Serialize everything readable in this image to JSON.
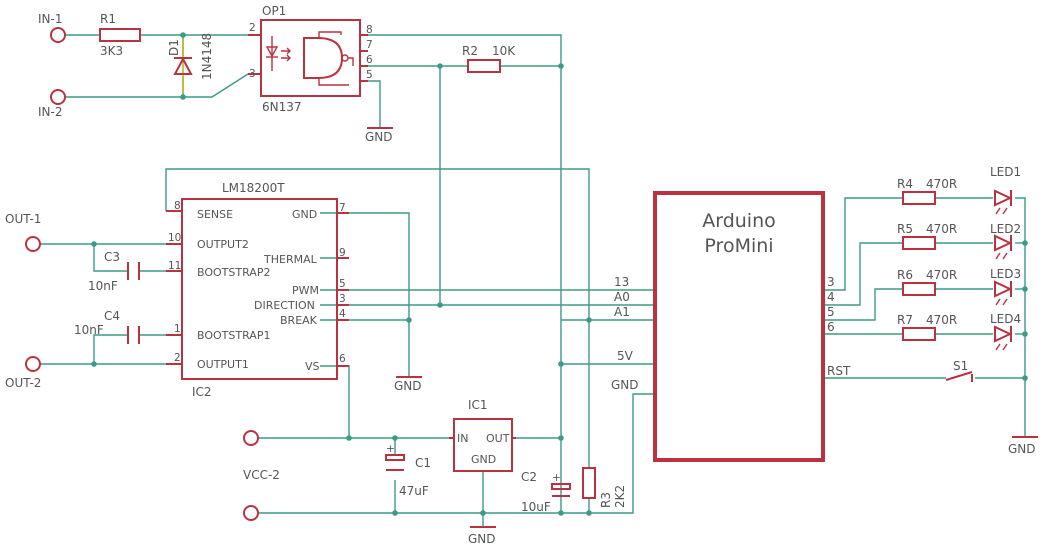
{
  "title": "",
  "colors": {
    "wire": "#3c9a88",
    "symbol": "#b8333f",
    "text": "#555555",
    "highlight": "#c6b21d"
  },
  "terminals": {
    "in1": "IN-1",
    "in2": "IN-2",
    "out1": "OUT-1",
    "out2": "OUT-2",
    "vcc2": "VCC-2"
  },
  "parts": {
    "r1": {
      "name": "R1",
      "value": "3K3"
    },
    "d1": {
      "name": "D1",
      "value": "1N4148"
    },
    "op1": {
      "name": "OP1",
      "value": "6N137",
      "pins": [
        "2",
        "3",
        "8",
        "7",
        "6",
        "5"
      ]
    },
    "r2": {
      "name": "R2",
      "value": "10K"
    },
    "ic2": {
      "title": "LM18200T",
      "name": "IC2",
      "left_pins": [
        {
          "num": "8",
          "name": "SENSE"
        },
        {
          "num": "10",
          "name": "OUTPUT2"
        },
        {
          "num": "11",
          "name": "BOOTSTRAP2"
        },
        {
          "num": "1",
          "name": "BOOTSTRAP1"
        },
        {
          "num": "2",
          "name": "OUTPUT1"
        }
      ],
      "right_pins": [
        {
          "num": "7",
          "name": "GND"
        },
        {
          "num": "9",
          "name": "THERMAL"
        },
        {
          "num": "5",
          "name": "PWM"
        },
        {
          "num": "3",
          "name": "DIRECTION"
        },
        {
          "num": "4",
          "name": "BREAK"
        },
        {
          "num": "6",
          "name": "VS"
        }
      ]
    },
    "c3": {
      "name": "C3",
      "value": "10nF"
    },
    "c4": {
      "name": "C4",
      "value": "10nF"
    },
    "ic1": {
      "name": "IC1",
      "pin_in": "IN",
      "pin_out": "OUT",
      "pin_gnd": "GND"
    },
    "c1": {
      "name": "C1",
      "value": "47uF"
    },
    "c2": {
      "name": "C2",
      "value": "10uF"
    },
    "r3": {
      "name": "R3",
      "value": "2K2"
    },
    "arduino": {
      "line1": "Arduino",
      "line2": "ProMini",
      "pins_left": [
        "13",
        "A0",
        "A1",
        "5V",
        "GND"
      ],
      "pins_right": [
        "3",
        "4",
        "5",
        "6",
        "RST"
      ]
    },
    "r4": {
      "name": "R4",
      "value": "470R"
    },
    "r5": {
      "name": "R5",
      "value": "470R"
    },
    "r6": {
      "name": "R6",
      "value": "470R"
    },
    "r7": {
      "name": "R7",
      "value": "470R"
    },
    "led1": "LED1",
    "led2": "LED2",
    "led3": "LED3",
    "led4": "LED4",
    "s1": "S1"
  },
  "gnd_label": "GND"
}
